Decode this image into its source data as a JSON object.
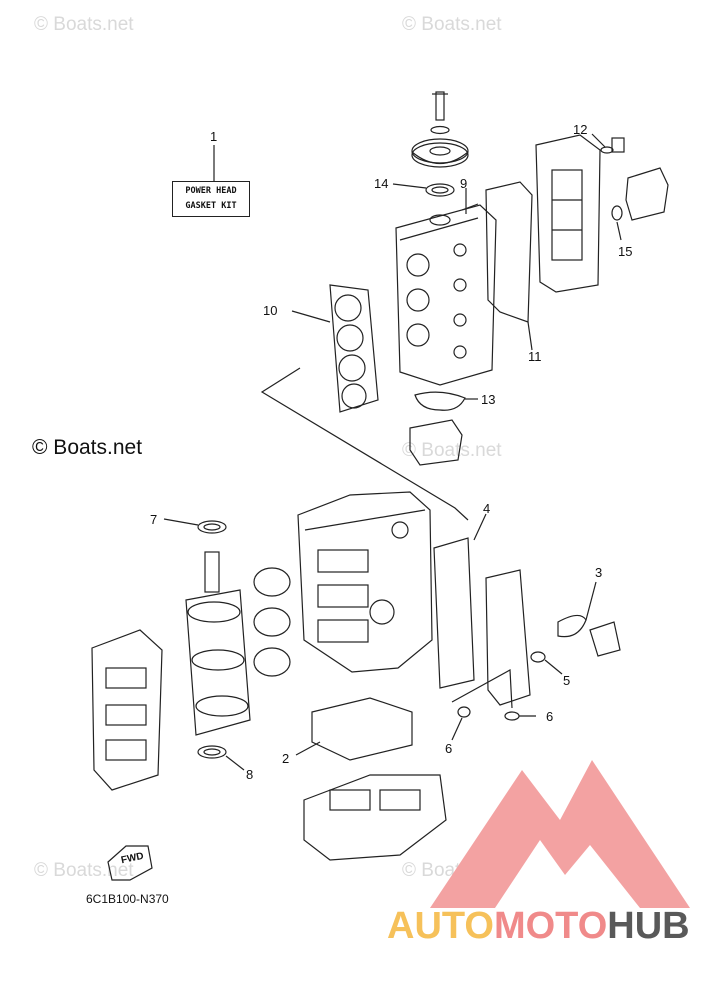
{
  "watermarks": {
    "top_left": "© Boats.net",
    "top_right": "© Boats.net",
    "mid_left": "© Boats.net",
    "mid_right": "© Boats.net",
    "bottom_left": "© Boats.net",
    "bottom_right": "© Boats.net"
  },
  "kit_label": {
    "line1": "POWER HEAD",
    "line2": "GASKET KIT"
  },
  "fwd_label": "FWD",
  "part_code": "6C1B100-N370",
  "brand": {
    "part1": "AUTO",
    "part2": "MOTO",
    "part3": "HUB"
  },
  "callouts": [
    "1",
    "2",
    "3",
    "4",
    "5",
    "6",
    "6",
    "7",
    "8",
    "9",
    "10",
    "11",
    "12",
    "13",
    "14",
    "15"
  ],
  "colors": {
    "line": "#222222",
    "watermark": "#d9d9d9",
    "logo_red": "#f08a8a",
    "logo_yellow": "#f6c15a",
    "logo_gray": "#595959"
  }
}
